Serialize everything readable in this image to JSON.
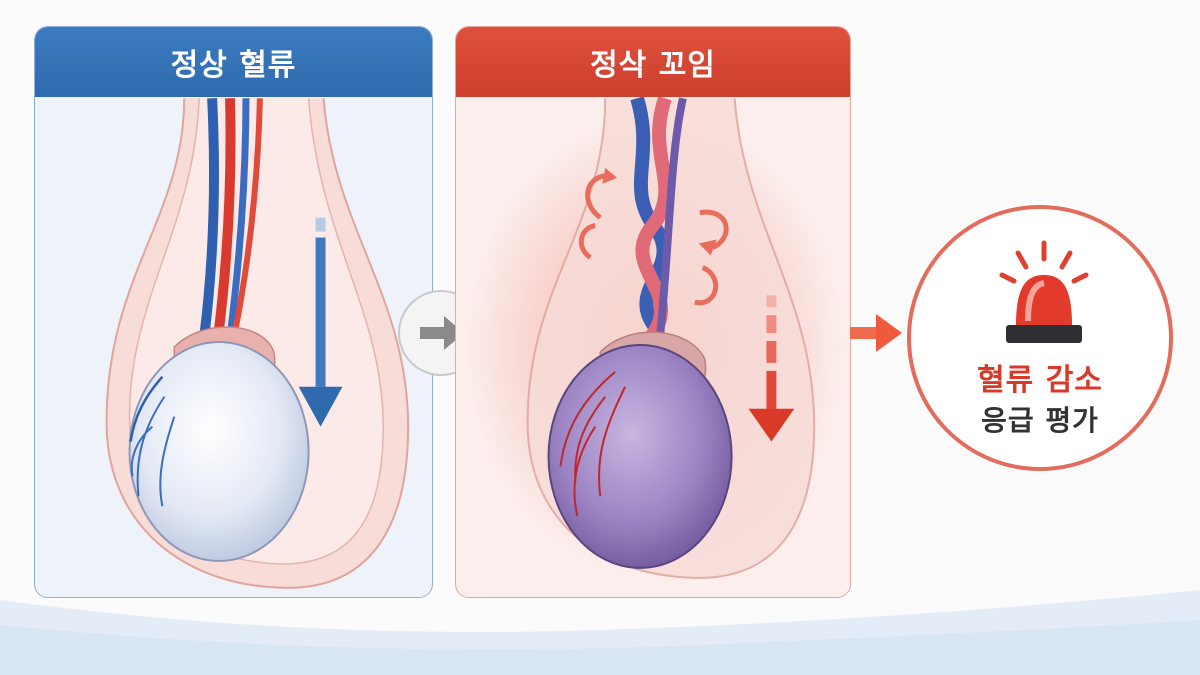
{
  "panels": {
    "normal": {
      "title": "정상 혈류"
    },
    "torsion": {
      "title": "정삭 꼬임"
    }
  },
  "alert": {
    "title": "혈류 감소",
    "subtitle": "응급 평가"
  },
  "colors": {
    "normal_header": "#2f6aae",
    "torsion_header": "#cc3f2d",
    "alert_red": "#d93a28",
    "arrow_gray": "#8a8a8a"
  },
  "icons": [
    "blood-flow-arrow-icon",
    "twist-rotation-icon",
    "next-step-arrow-icon",
    "siren-icon"
  ]
}
